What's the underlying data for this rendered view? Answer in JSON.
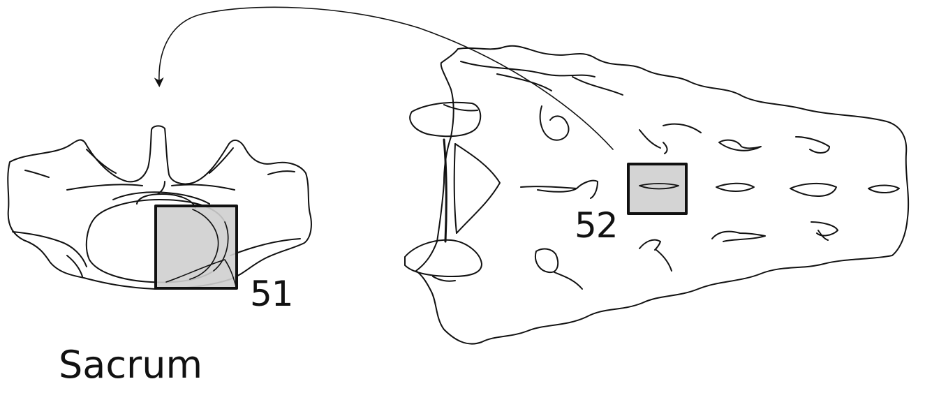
{
  "figure": {
    "title": "Sacrum",
    "labels": {
      "region_51": "51",
      "region_52": "52"
    }
  },
  "colors": {
    "line": "#111111",
    "highlight_fill": "#cfcfcf",
    "background": "#ffffff"
  }
}
